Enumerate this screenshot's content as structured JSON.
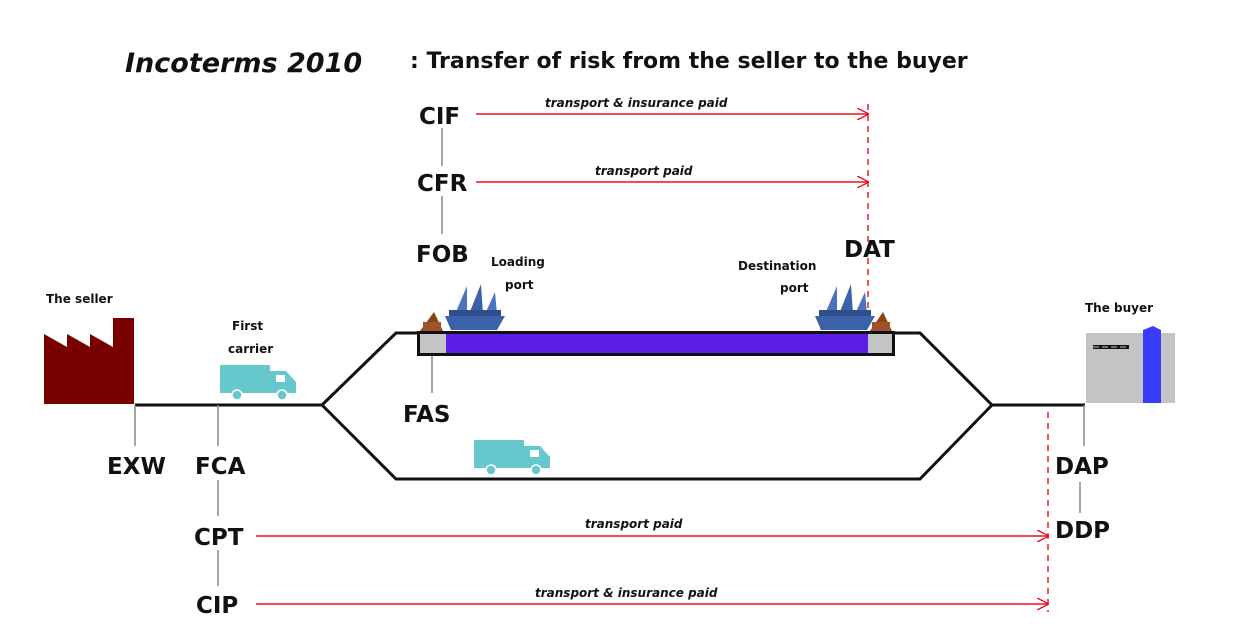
{
  "title": {
    "italic": "Incoterms 2010",
    "rest": ": Transfer of risk from the seller to the buyer"
  },
  "terms": {
    "cif": "CIF",
    "cfr": "CFR",
    "fob": "FOB",
    "fas": "FAS",
    "dat": "DAT",
    "exw": "EXW",
    "fca": "FCA",
    "cpt": "CPT",
    "cip": "CIP",
    "dap": "DAP",
    "ddp": "DDP"
  },
  "arrows": {
    "cif_note": "transport & insurance paid",
    "cfr_note": "transport paid",
    "cpt_note": "transport paid",
    "cip_note": "transport & insurance paid"
  },
  "places": {
    "seller": "The seller",
    "buyer": "The buyer",
    "first_carrier_line1": "First",
    "first_carrier_line2": "carrier",
    "loading_port_line1": "Loading",
    "loading_port_line2": "port",
    "destination_port_line1": "Destination",
    "destination_port_line2": "port"
  },
  "colors": {
    "arrow_red": "#e8101e",
    "factory": "#7a0000",
    "truck": "#66c8cc",
    "ship": "#3b62a8",
    "water_purple": "#5a1ee6",
    "dock_gray": "#c4c4c4",
    "buyer_stripe": "#3b3bff",
    "crate": "#8b4513"
  },
  "icons": [
    "factory-icon",
    "truck-icon",
    "ship-icon",
    "crate-icon",
    "buyer-building-icon"
  ]
}
